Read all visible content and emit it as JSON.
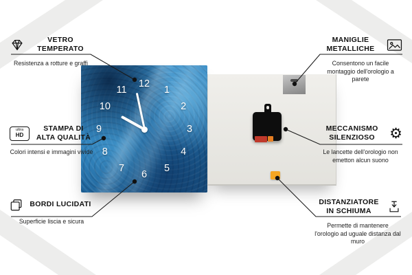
{
  "callouts": [
    {
      "title": "VETRO TEMPERATO",
      "subtitle": "Resistenza a rotture e graffi",
      "icon": "diamond-icon"
    },
    {
      "title": "STAMPA DI ALTA QUALITÀ",
      "subtitle": "Colori intensi e immagini vivide",
      "icon": "ultra-hd-icon"
    },
    {
      "title": "BORDI LUCIDATI",
      "subtitle": "Superficie liscia e sicura",
      "icon": "layers-icon"
    },
    {
      "title": "MANIGLIE METALLICHE",
      "subtitle": "Consentono un facile montaggio dell'orologio a parete",
      "icon": "picture-frame-icon"
    },
    {
      "title": "MECCANISMO SILENZIOSO",
      "subtitle": "Le lancette dell'orologio non emetton alcun suono",
      "icon": "gear-icon"
    },
    {
      "title": "DISTANZIATORE IN SCHIUMA",
      "subtitle": "Permette di mantenere l'orologio ad uguale distanza dal muro",
      "icon": "spacer-down-icon"
    }
  ],
  "ultra_hd_badge": {
    "line1": "ultra",
    "line2": "HD"
  },
  "clock": {
    "numbers": [
      "12",
      "1",
      "2",
      "3",
      "4",
      "5",
      "6",
      "7",
      "8",
      "9",
      "10",
      "11"
    ]
  },
  "colors": {
    "foam_orange": "#f5a623",
    "battery_red": "#c0392b",
    "clock_blue": "#2f86c4",
    "clock_blue_dark": "#174f80",
    "back_panel_gray": "#e9e8e4",
    "leader_line": "#1a1a1a"
  }
}
